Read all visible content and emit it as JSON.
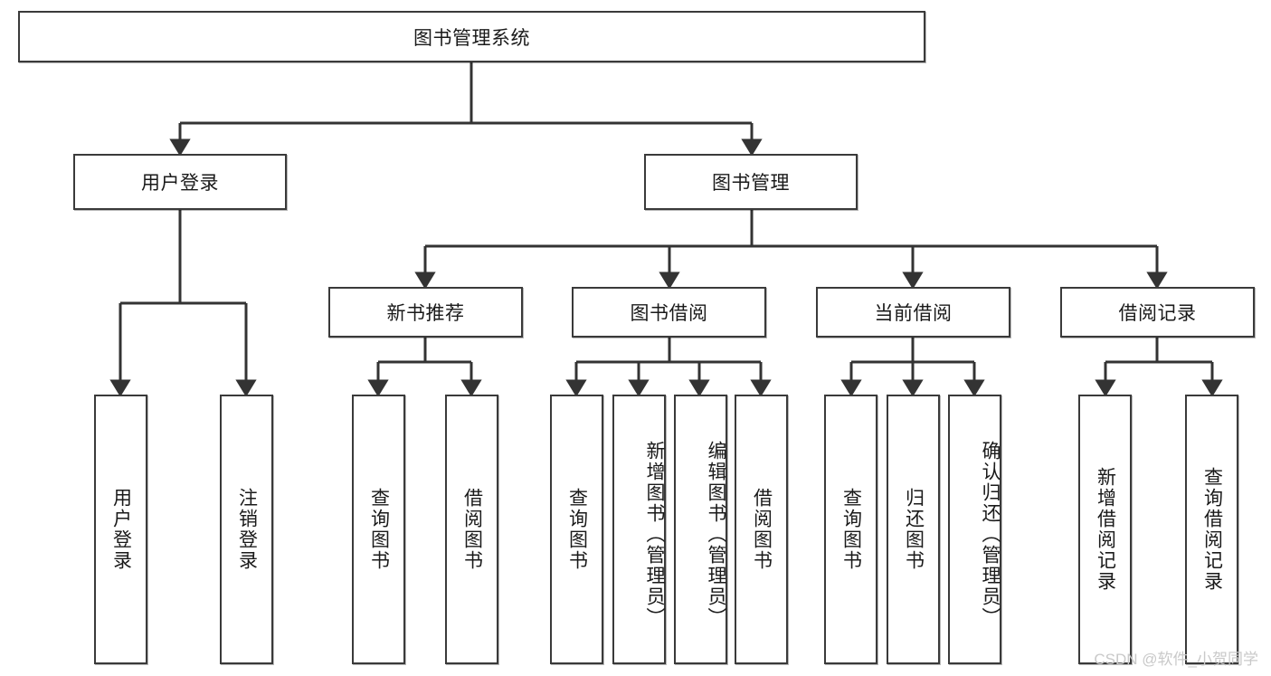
{
  "diagram": {
    "title": "图书管理系统",
    "type": "tree-hierarchy-diagram",
    "colors": {
      "stroke": "#3a3a3a",
      "fill": "#ffffff",
      "text": "#1a1a1a",
      "watermark": "#c9c9c9"
    },
    "root": {
      "id": "root",
      "label": "图书管理系统"
    },
    "level2": [
      {
        "id": "user-login",
        "label": "用户登录"
      },
      {
        "id": "book-manage",
        "label": "图书管理"
      }
    ],
    "level3": [
      {
        "id": "new-book-recommend",
        "label": "新书推荐"
      },
      {
        "id": "book-borrow",
        "label": "图书借阅"
      },
      {
        "id": "current-borrow",
        "label": "当前借阅"
      },
      {
        "id": "borrow-record",
        "label": "借阅记录"
      }
    ],
    "leaves": {
      "user_login": [
        {
          "id": "leaf-user-login",
          "label": "用户登录"
        },
        {
          "id": "leaf-logout-login",
          "label": "注销登录"
        }
      ],
      "new_book_recommend": [
        {
          "id": "leaf-query-book-1",
          "label": "查询图书"
        },
        {
          "id": "leaf-borrow-book-1",
          "label": "借阅图书"
        }
      ],
      "book_borrow": [
        {
          "id": "leaf-query-book-2",
          "label": "查询图书"
        },
        {
          "id": "leaf-add-book",
          "label": "新增图书（管理员）"
        },
        {
          "id": "leaf-edit-book",
          "label": "编辑图书（管理员）"
        },
        {
          "id": "leaf-borrow-book-2",
          "label": "借阅图书"
        }
      ],
      "current_borrow": [
        {
          "id": "leaf-query-book-3",
          "label": "查询图书"
        },
        {
          "id": "leaf-return-book",
          "label": "归还图书"
        },
        {
          "id": "leaf-confirm-return",
          "label": "确认归还（管理员）"
        }
      ],
      "borrow_record": [
        {
          "id": "leaf-add-borrow-record",
          "label": "新增借阅记录"
        },
        {
          "id": "leaf-query-borrow-record",
          "label": "查询借阅记录"
        }
      ]
    },
    "watermark": "CSDN @软件_小贺同学"
  }
}
